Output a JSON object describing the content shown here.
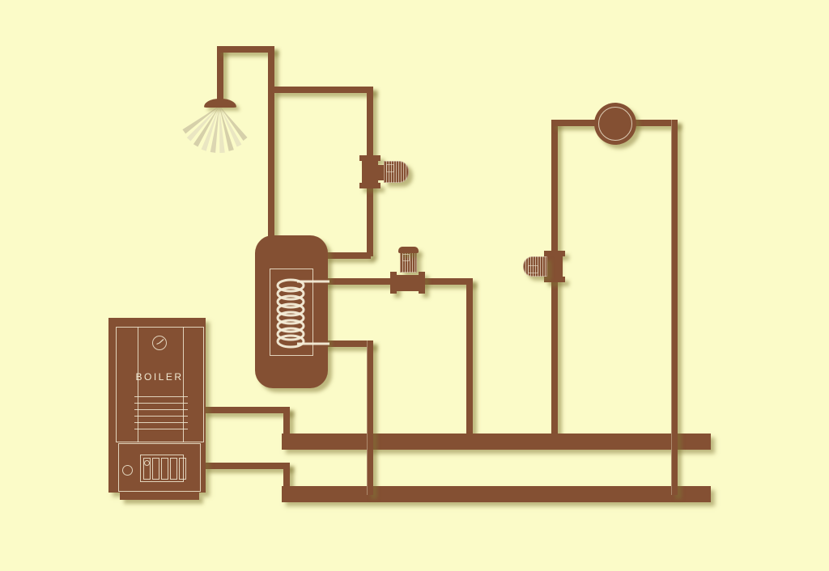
{
  "diagram": {
    "boiler": {
      "label": "BOILER"
    },
    "components": [
      "shower-head",
      "shower-supply-pipework",
      "hot-water-cylinder",
      "heat-exchanger-coil",
      "boiler",
      "inline-pump-vertical",
      "inline-pump-horizontal",
      "inline-pump-motor-left",
      "circulator-pump",
      "flow-manifold",
      "return-manifold"
    ]
  },
  "colors": {
    "background": "#FBFBC8",
    "element": "#845033",
    "outline": "#F1EAD3",
    "spray_light": "#EAE6C2",
    "spray_dark": "#D6D0AA",
    "shadow": "rgba(128,117,53,0.5)"
  }
}
